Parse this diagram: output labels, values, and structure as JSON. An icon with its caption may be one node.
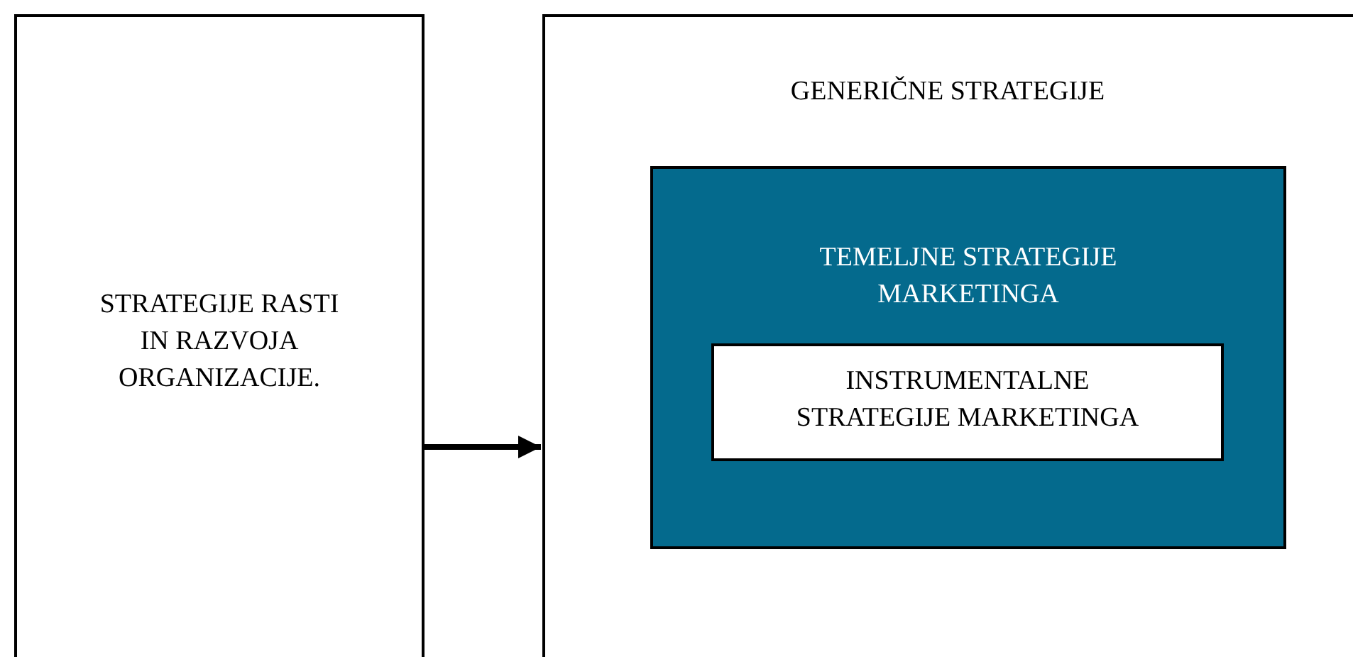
{
  "diagram": {
    "nodes": [
      {
        "text": [
          "STRATEGIJE RASTI IN RAZVOJA ORGANIZACIJE."
        ]
      },
      {
        "text": [
          "GENERIČNE STRATEGIJE"
        ]
      },
      {
        "text": [
          "TEMELJNE STRATEGIJE MARKETINGA"
        ],
        "in": 1
      },
      {
        "text": [
          "INSTRUMENTALNE STRATEGIJE MARKETINGA"
        ],
        "in": 2
      }
    ],
    "edges": [
      {
        "from": 0,
        "to": 1,
        "arrow": "to"
      }
    ]
  }
}
